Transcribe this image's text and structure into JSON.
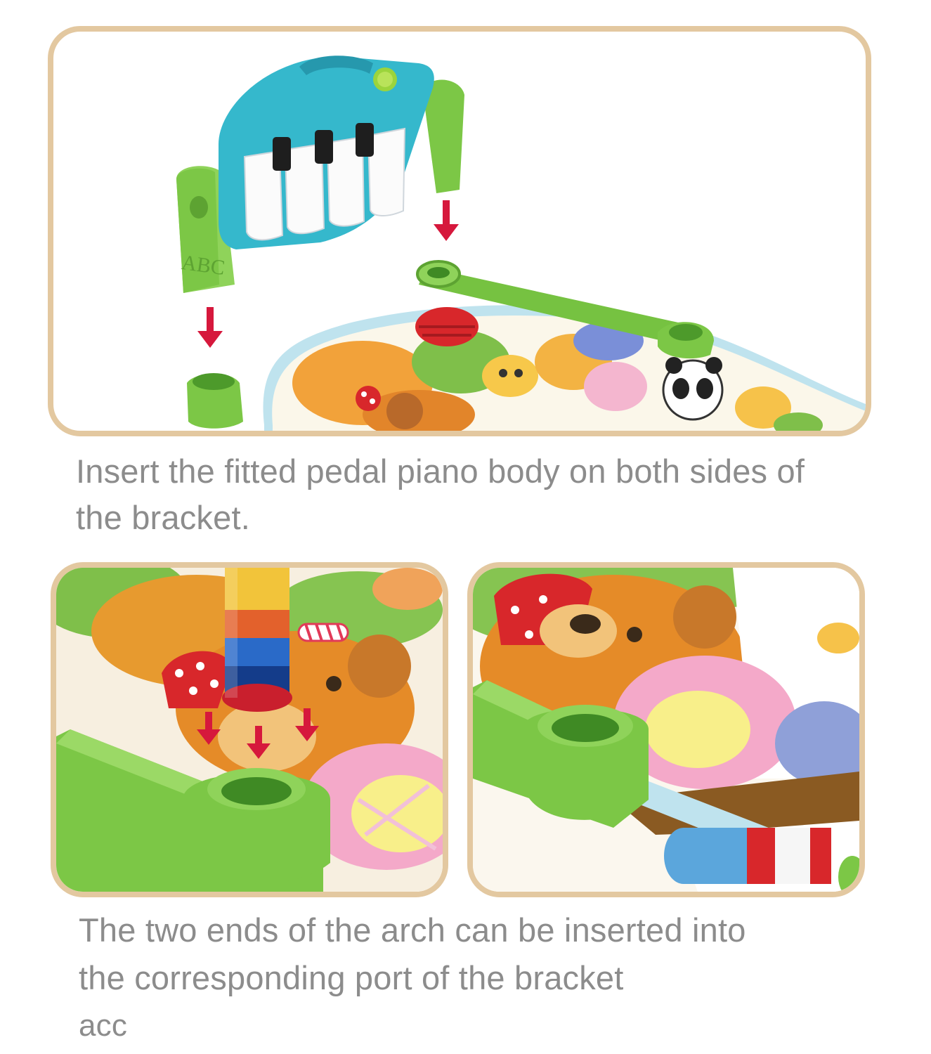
{
  "steps": [
    {
      "caption": "Insert the fitted pedal piano body on both sides of the bracket.",
      "illustration": "piano-body-insertion",
      "arrow_color": "#d6183c"
    },
    {
      "caption_lines": [
        "The two ends of the arch can be inserted into",
        "the corresponding port of the bracket",
        "acc"
      ],
      "illustrations": [
        "arch-end-insertion-closeup",
        "arch-end-inserted-closeup"
      ],
      "arrow_color": "#d6183c"
    }
  ],
  "frame_color": "#e3c8a0",
  "text_color": "#8c8c8c",
  "piano_letters": "ABC"
}
